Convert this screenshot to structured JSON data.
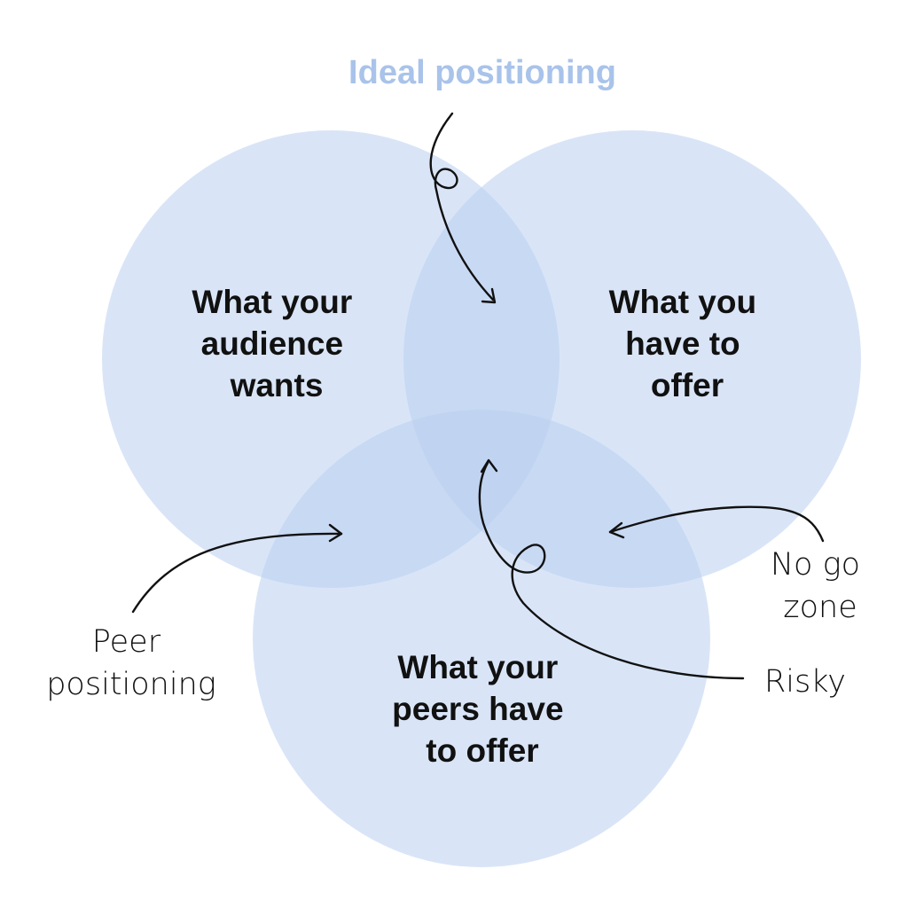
{
  "title": "Ideal positioning",
  "circles": {
    "audience": {
      "label_lines": [
        "What your",
        "audience",
        "wants"
      ]
    },
    "you": {
      "label_lines": [
        "What you",
        "have to",
        "offer"
      ]
    },
    "peers": {
      "label_lines": [
        "What your",
        "peers have",
        "to offer"
      ]
    }
  },
  "callouts": {
    "no_go": {
      "lines": [
        "No go",
        "zone"
      ]
    },
    "risky": {
      "lines": [
        "Risky"
      ]
    },
    "peer": {
      "lines": [
        "Peer",
        "positioning"
      ]
    }
  },
  "colors": {
    "circle_fill": "#b9cff0",
    "title": "#a9c3ea",
    "text": "#111111",
    "background": "#ffffff"
  }
}
